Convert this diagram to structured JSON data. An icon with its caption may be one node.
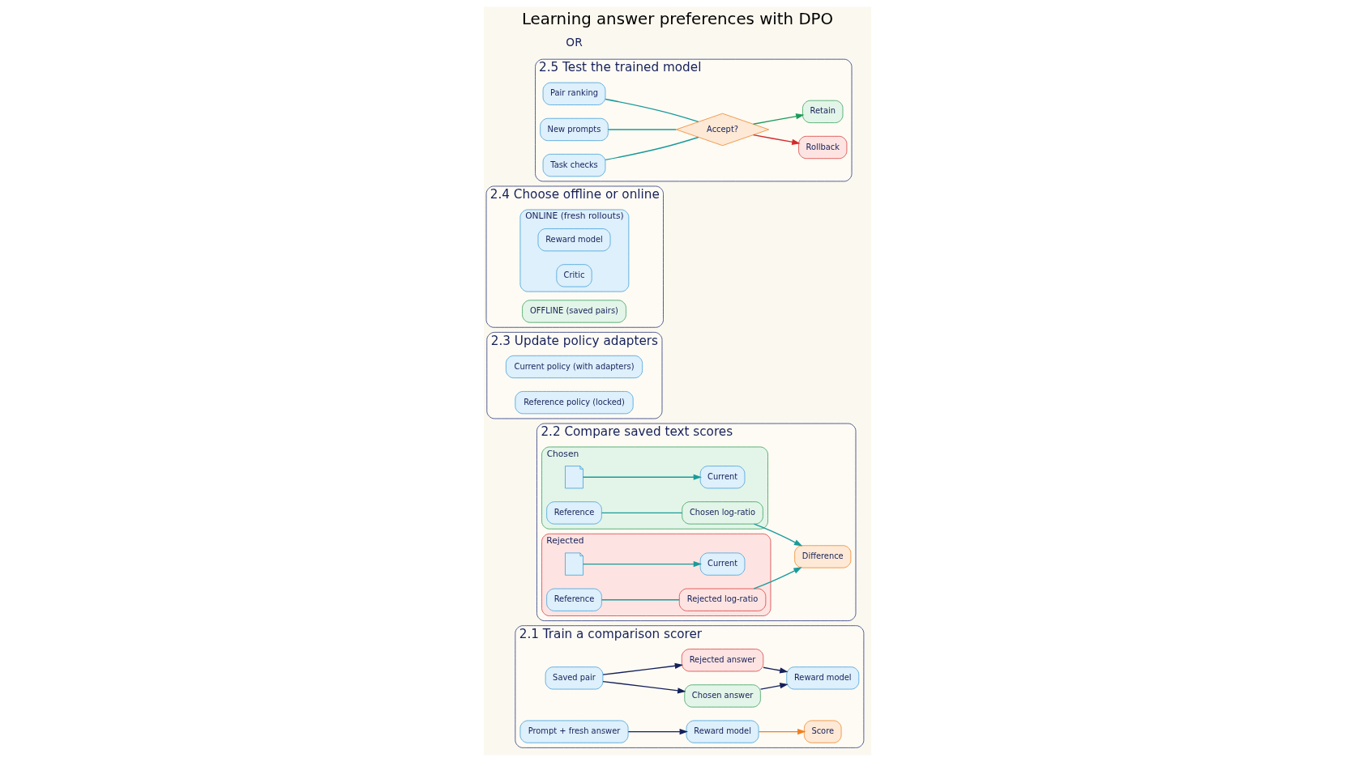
{
  "diagram": {
    "title": "Learning answer preferences with DPO",
    "nodes": [
      {
        "text": [
          "2.1 Train a comparison scorer"
        ]
      },
      {
        "text": [
          "Saved pair"
        ],
        "in": 0
      },
      {
        "text": [
          "Chosen answer"
        ],
        "in": 0
      },
      {
        "text": [
          "Rejected answer"
        ],
        "in": 0
      },
      {
        "text": [
          "Reward model"
        ],
        "in": 0
      },
      {
        "text": [
          "Prompt + fresh answer"
        ],
        "in": 0
      },
      {
        "text": [
          "Reward model"
        ],
        "in": 0
      },
      {
        "text": [
          "Score"
        ],
        "in": 0
      },
      {
        "text": [
          "2.2 Compare saved text scores"
        ]
      },
      {
        "text": [
          "Chosen"
        ],
        "in": 8
      },
      {
        "text": [],
        "shape": "document",
        "in": 9
      },
      {
        "text": [
          "Current"
        ],
        "in": 9
      },
      {
        "text": [
          "Reference"
        ],
        "in": 9
      },
      {
        "text": [
          "Chosen log-ratio"
        ],
        "in": 9
      },
      {
        "text": [
          "Rejected"
        ],
        "in": 8
      },
      {
        "text": [],
        "shape": "document",
        "in": 14
      },
      {
        "text": [
          "Current"
        ],
        "in": 14
      },
      {
        "text": [
          "Reference"
        ],
        "in": 14
      },
      {
        "text": [
          "Rejected log-ratio"
        ],
        "in": 14
      },
      {
        "text": [
          "Difference"
        ],
        "in": 8
      },
      {
        "text": [
          "2.3 Update policy adapters"
        ]
      },
      {
        "text": [
          "Current policy (with adapters)"
        ],
        "in": 20
      },
      {
        "text": [
          "Reference policy (locked)"
        ],
        "in": 20
      },
      {
        "text": [
          "2.4 Choose offline or online"
        ]
      },
      {
        "text": [
          "OFFLINE (saved pairs)"
        ],
        "in": 23
      },
      {
        "text": [
          "ONLINE (fresh rollouts)"
        ],
        "in": 23
      },
      {
        "text": [
          "Reward model"
        ],
        "in": 25
      },
      {
        "text": [
          "Critic"
        ],
        "in": 25
      },
      {
        "text": [
          "2.5 Test the trained model"
        ]
      },
      {
        "text": [
          "Pair ranking"
        ],
        "in": 28
      },
      {
        "text": [
          "New prompts"
        ],
        "in": 28
      },
      {
        "text": [
          "Task checks"
        ],
        "in": 28
      },
      {
        "text": [
          "Accept?"
        ],
        "in": 28
      },
      {
        "text": [
          "Rollback"
        ],
        "in": 28
      },
      {
        "text": [
          "Retain"
        ],
        "in": 28
      }
    ],
    "edges": [
      {
        "from": 1,
        "to": 2,
        "arrow": "to",
        "color": "#16205a"
      },
      {
        "from": 1,
        "to": 3,
        "arrow": "to",
        "color": "#16205a"
      },
      {
        "from": 2,
        "to": 4,
        "arrow": "to",
        "color": "#16205a"
      },
      {
        "from": 3,
        "to": 4,
        "arrow": "to",
        "color": "#16205a"
      },
      {
        "from": 5,
        "to": 6,
        "arrow": "to",
        "color": "#16205a"
      },
      {
        "from": 6,
        "to": 7,
        "arrow": "to",
        "color": "#f07f1e"
      },
      {
        "from": 10,
        "to": 11,
        "arrow": "to",
        "color": "#1a9a9a"
      },
      {
        "from": 12,
        "to": 13,
        "arrow": "none",
        "color": "#1a9a9a"
      },
      {
        "from": 15,
        "to": 16,
        "arrow": "to",
        "color": "#1a9a9a"
      },
      {
        "from": 17,
        "to": 18,
        "arrow": "none",
        "color": "#1a9a9a"
      },
      {
        "from": 13,
        "to": 19,
        "arrow": "to",
        "color": "#1a9a9a"
      },
      {
        "from": 18,
        "to": 19,
        "arrow": "to",
        "color": "#1a9a9a"
      },
      {
        "from": 29,
        "to": 32,
        "arrow": "none",
        "color": "#1a9a9a"
      },
      {
        "from": 30,
        "to": 32,
        "arrow": "none",
        "color": "#1a9a9a"
      },
      {
        "from": 31,
        "to": 32,
        "arrow": "none",
        "color": "#1a9a9a"
      },
      {
        "from": 32,
        "to": 33,
        "arrow": "to",
        "color": "#d42a2a"
      },
      {
        "from": 32,
        "to": 34,
        "arrow": "to",
        "color": "#1e9a5a"
      }
    ],
    "labels": [
      "OR"
    ]
  }
}
